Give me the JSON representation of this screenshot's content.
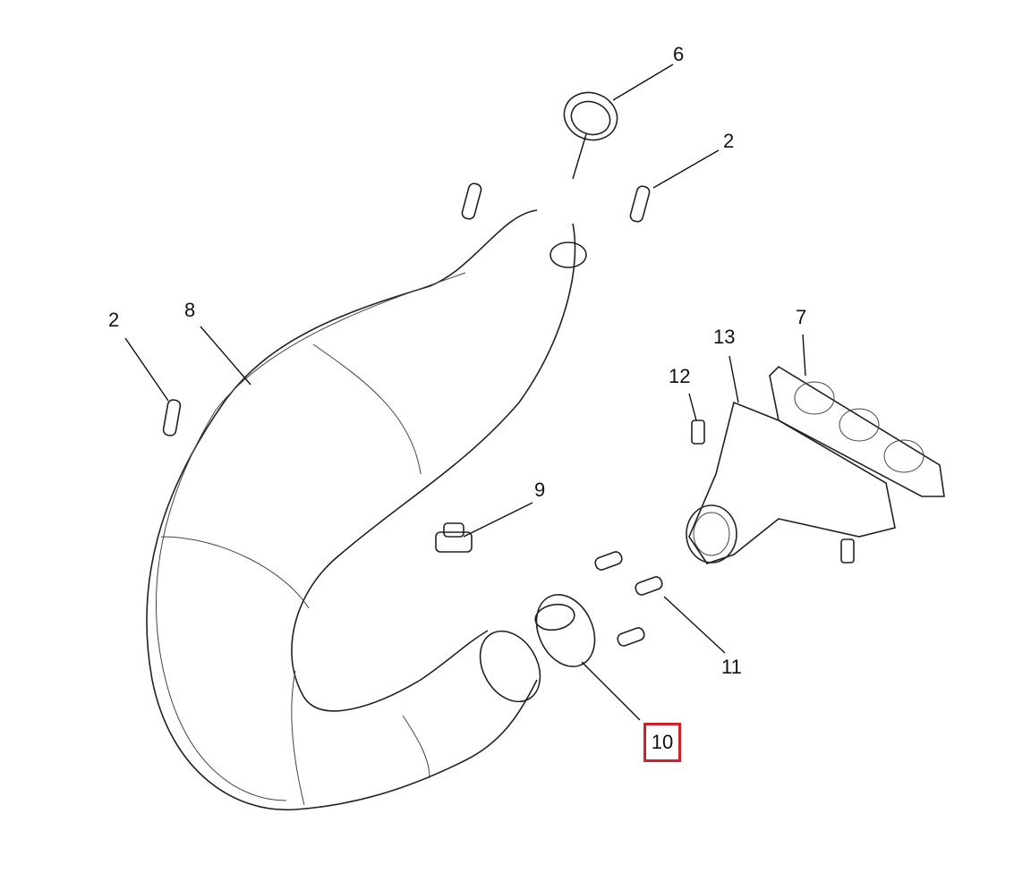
{
  "callouts": {
    "ring_seal_top": "6",
    "spring_top_right": "2",
    "spring_left": "2",
    "expansion_chamber": "8",
    "manifold": "13",
    "gasket": "7",
    "manifold_bolt": "12",
    "plug": "9",
    "springs_lower": "11",
    "sleeve_highlighted": "10"
  },
  "highlight_color": "#d0202a"
}
